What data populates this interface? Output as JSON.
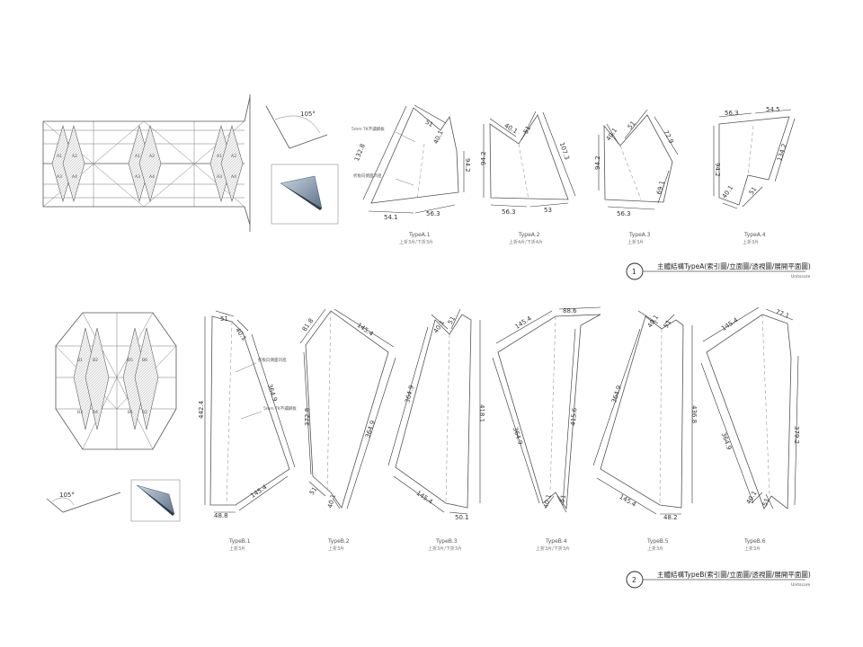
{
  "sheet": {
    "section_a": {
      "number": "1",
      "title": "主體結構TypeA(索引圖/立面圖/透視圖/展開平面圖)",
      "scale": "Unitscore",
      "angle": "105°",
      "notes": [
        "5mm TK不鏽鋼板",
        "折板向側面凹進"
      ],
      "plan_labels": [
        "A1",
        "A2",
        "A3",
        "A4",
        "A1",
        "A2",
        "A3",
        "A4",
        "A1",
        "A2",
        "A3",
        "A4"
      ],
      "panels": [
        {
          "name": "TypeA.1",
          "caption": "TypeA.1",
          "sub": "上折3片/下折3片",
          "dims": [
            "132.8",
            "51",
            "40.1",
            "94.2",
            "54.1",
            "56.3"
          ]
        },
        {
          "name": "TypeA.2",
          "caption": "TypeA.2",
          "sub": "上折4片/下折4片",
          "dims": [
            "94.2",
            "40.1",
            "51",
            "107.3",
            "56.3",
            "53"
          ]
        },
        {
          "name": "TypeA.3",
          "caption": "TypeA.3",
          "sub": "上折3片",
          "dims": [
            "94.2",
            "40.1",
            "51",
            "72.9",
            "69.1",
            "56.3"
          ]
        },
        {
          "name": "TypeA.4",
          "caption": "TypeA.4",
          "sub": "上折3片",
          "dims": [
            "56.3",
            "54.5",
            "94.2",
            "40.1",
            "51",
            "134.2"
          ]
        }
      ]
    },
    "section_b": {
      "number": "2",
      "title": "主體結構TypeB(索引圖/立面圖/透視圖/展開平面圖)",
      "scale": "Unitscore",
      "angle": "105°",
      "notes": [
        "折板向側面凹進",
        "5mm TK不鏽鋼板"
      ],
      "plan_labels": [
        "B1",
        "B2",
        "B3",
        "B4",
        "B5",
        "B6",
        "B1",
        "B2"
      ],
      "panels": [
        {
          "name": "TypeB.1",
          "caption": "TypeB.1",
          "sub": "上折3片",
          "dims": [
            "51",
            "40.1",
            "442.4",
            "364.9",
            "48.8",
            "145.4"
          ]
        },
        {
          "name": "TypeB.2",
          "caption": "TypeB.2",
          "sub": "上折3片",
          "dims": [
            "81.8",
            "145.4",
            "372.8",
            "364.9",
            "51",
            "40.1"
          ]
        },
        {
          "name": "TypeB.3",
          "caption": "TypeB.3",
          "sub": "上折3片/下折3片",
          "dims": [
            "40.1",
            "51",
            "364.9",
            "418.1",
            "145.4",
            "50.1"
          ]
        },
        {
          "name": "TypeB.4",
          "caption": "TypeB.4",
          "sub": "上折3片/下折3片",
          "dims": [
            "145.4",
            "88.6",
            "364.9",
            "415.6",
            "40.1",
            "51"
          ]
        },
        {
          "name": "TypeB.5",
          "caption": "TypeB.5",
          "sub": "上折3片",
          "dims": [
            "40.1",
            "51",
            "364.9",
            "436.8",
            "145.4",
            "48.2"
          ]
        },
        {
          "name": "TypeB.6",
          "caption": "TypeB.6",
          "sub": "上折3片",
          "dims": [
            "145.4",
            "77.1",
            "364.9",
            "379.2",
            "40.1",
            "51"
          ]
        }
      ]
    }
  }
}
